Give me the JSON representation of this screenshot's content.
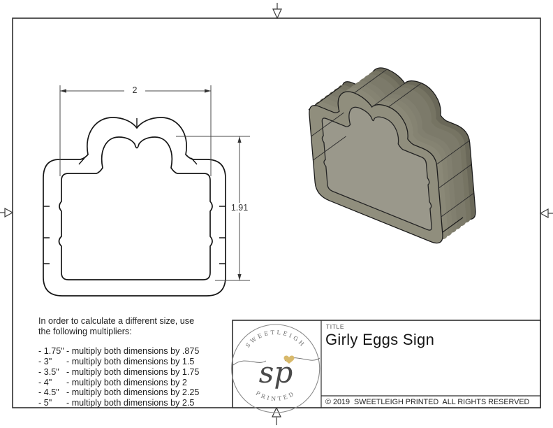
{
  "drawing": {
    "width_dim": "2",
    "height_dim": "1.91"
  },
  "note": {
    "intro_line1": "In order to calculate a different size, use",
    "intro_line2": "the following multipliers:",
    "multipliers": [
      {
        "size": "- 1.75\"",
        "rule": "- multiply both dimensions by .875"
      },
      {
        "size": "- 3\"",
        "rule": "- multiply both dimensions by 1.5"
      },
      {
        "size": "- 3.5\"",
        "rule": "- multiply both dimensions by 1.75"
      },
      {
        "size": "- 4\"",
        "rule": "- multiply both dimensions by 2"
      },
      {
        "size": "- 4.5\"",
        "rule": "- multiply both dimensions by 2.25"
      },
      {
        "size": "- 5\"",
        "rule": "- multiply both dimensions by 2.5"
      }
    ]
  },
  "title_block": {
    "label": "TITLE",
    "title": "Girly Eggs Sign",
    "copyright": "© 2019  SWEETLEIGH PRINTED  ALL RIGHTS RESERVED"
  },
  "logo": {
    "arc_top": "SWEETLEIGH",
    "arc_bottom": "PRINTED",
    "monogram": "sp",
    "heart_color": "#d8b96b"
  },
  "colors": {
    "line": "#2f2f2f",
    "metal_back": "#6a6859",
    "metal_mid": "#7c7a6a",
    "metal_front": "#908e7d",
    "metal_floor": "#9a988b"
  }
}
